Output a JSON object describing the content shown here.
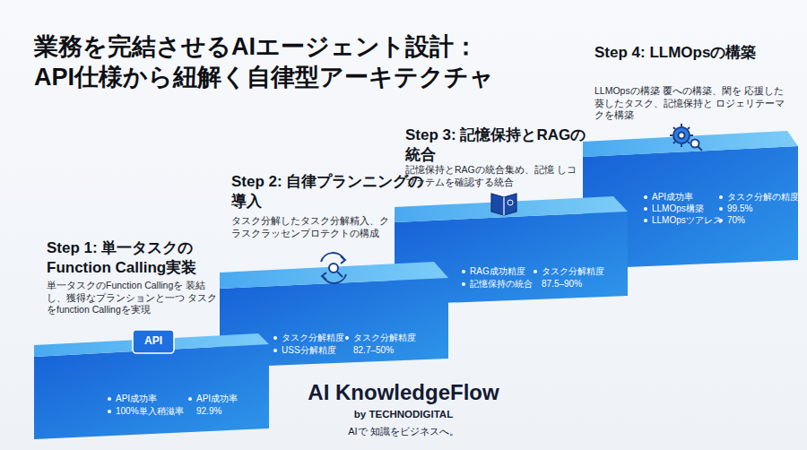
{
  "diagram": {
    "title": "業務を完結させるAIエージェント設計： API仕様から紐解く自律型アーキテクチャ",
    "nodes": [
      {
        "text": [
          "Step 1: 単一タスクの Function Calling実装",
          "単一タスクのFunction Callingを 装結し、獲得なプランションと一つ タスクをfunction Callingを実現",
          "API成功率",
          "100%単入稍滋率",
          "API成功率",
          "92.9%"
        ]
      },
      {
        "text": [
          "Step 2: 自律プランニングの導入",
          "タスク分解したタスク分解精入、ク ラスクラッセンプロテクトの構成",
          "タスク分解精度",
          "USS分解精度",
          "タスク分解精度",
          "82.7–50%"
        ]
      },
      {
        "text": [
          "Step 3: 記憶保持とRAGの統合",
          "記憶保持とRAGの統合集め、記憶 しコファテムを確認する統合",
          "RAG成功精度",
          "記憶保持の統合",
          "タスク分解精度",
          "87.5–90%"
        ]
      },
      {
        "text": [
          "Step 4: LLMOpsの構築",
          "LLMOpsの構築 覆への構築、閑を 応援した葵したタスク、記憶保持と ロジェリテーマクを構築",
          "API成功率",
          "LLMOps構築",
          "LLMOpsツアレス",
          "タスク分解の精度",
          "99.5%",
          "70%"
        ]
      }
    ],
    "labels": [
      "API",
      "AI KnowledgeFlow",
      "by TECHNODIGITAL",
      "AIで 知識をビジネスへ。"
    ]
  }
}
